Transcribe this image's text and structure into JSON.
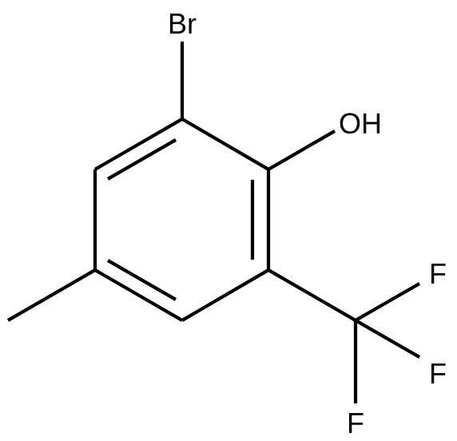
{
  "structure": {
    "atoms": {
      "bromine": "Br",
      "hydroxyl": "OH",
      "fluorine_1": "F",
      "fluorine_2": "F",
      "fluorine_3": "F"
    }
  },
  "colors": {
    "bond": "#000000",
    "label": "#000000",
    "background": "#ffffff"
  }
}
